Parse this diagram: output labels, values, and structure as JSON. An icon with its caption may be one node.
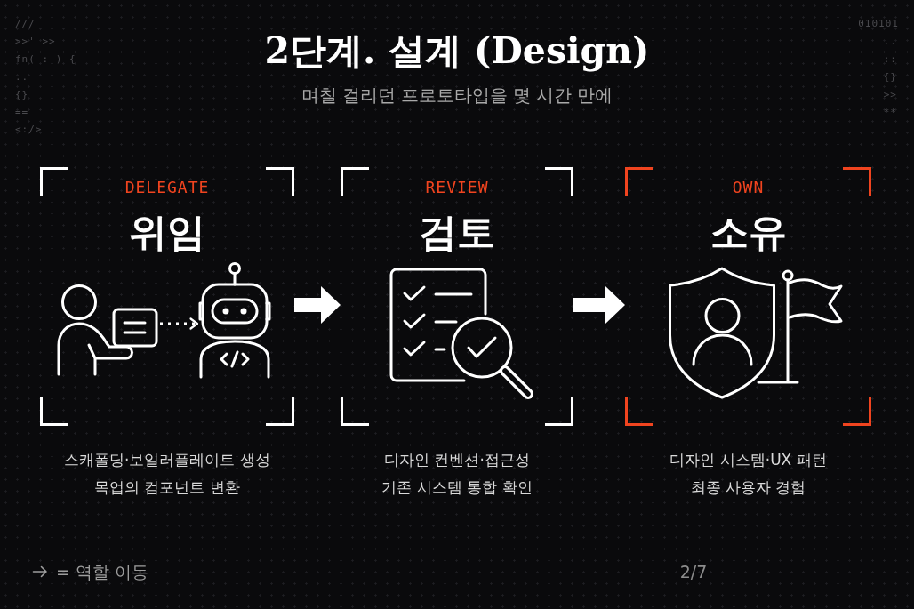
{
  "diagram": {
    "title": "2단계. 설계 (Design)",
    "nodes": [
      {
        "text": [
          "DELEGATE",
          "위임"
        ],
        "beside": [
          "스캐폴딩·보일러플레이트 생성",
          "목업의 컴포넌트 변환"
        ]
      },
      {
        "text": [],
        "shape": "person",
        "in": 0
      },
      {
        "text": [],
        "shape": "picture",
        "in": 0
      },
      {
        "text": [
          "REVIEW",
          "검토"
        ],
        "beside": [
          "디자인 컨벤션·접근성",
          "기존 시스템 통합 확인"
        ]
      },
      {
        "text": [
          "OWN",
          "소유"
        ],
        "beside": [
          "디자인 시스템·UX 패턴",
          "최종 사용자 경험"
        ]
      }
    ],
    "edges": [
      {
        "from": 1,
        "to": 2,
        "arrow": "to",
        "style": "dashed"
      },
      {
        "from": 0,
        "to": 3,
        "arrow": "to"
      },
      {
        "from": 3,
        "to": 4,
        "arrow": "to"
      }
    ],
    "labels": [
      "며칠 걸리던 프로토타입을 몇 시간 만에",
      "///",
      ">>' >>",
      "fn( : ) {",
      "..",
      "{}",
      "==",
      "<:/>",
      "010101",
      "..",
      "::",
      "{}",
      ">>",
      "**",
      "2/7"
    ],
    "legend": [
      {
        "text": "= 역할 이동"
      }
    ]
  }
}
